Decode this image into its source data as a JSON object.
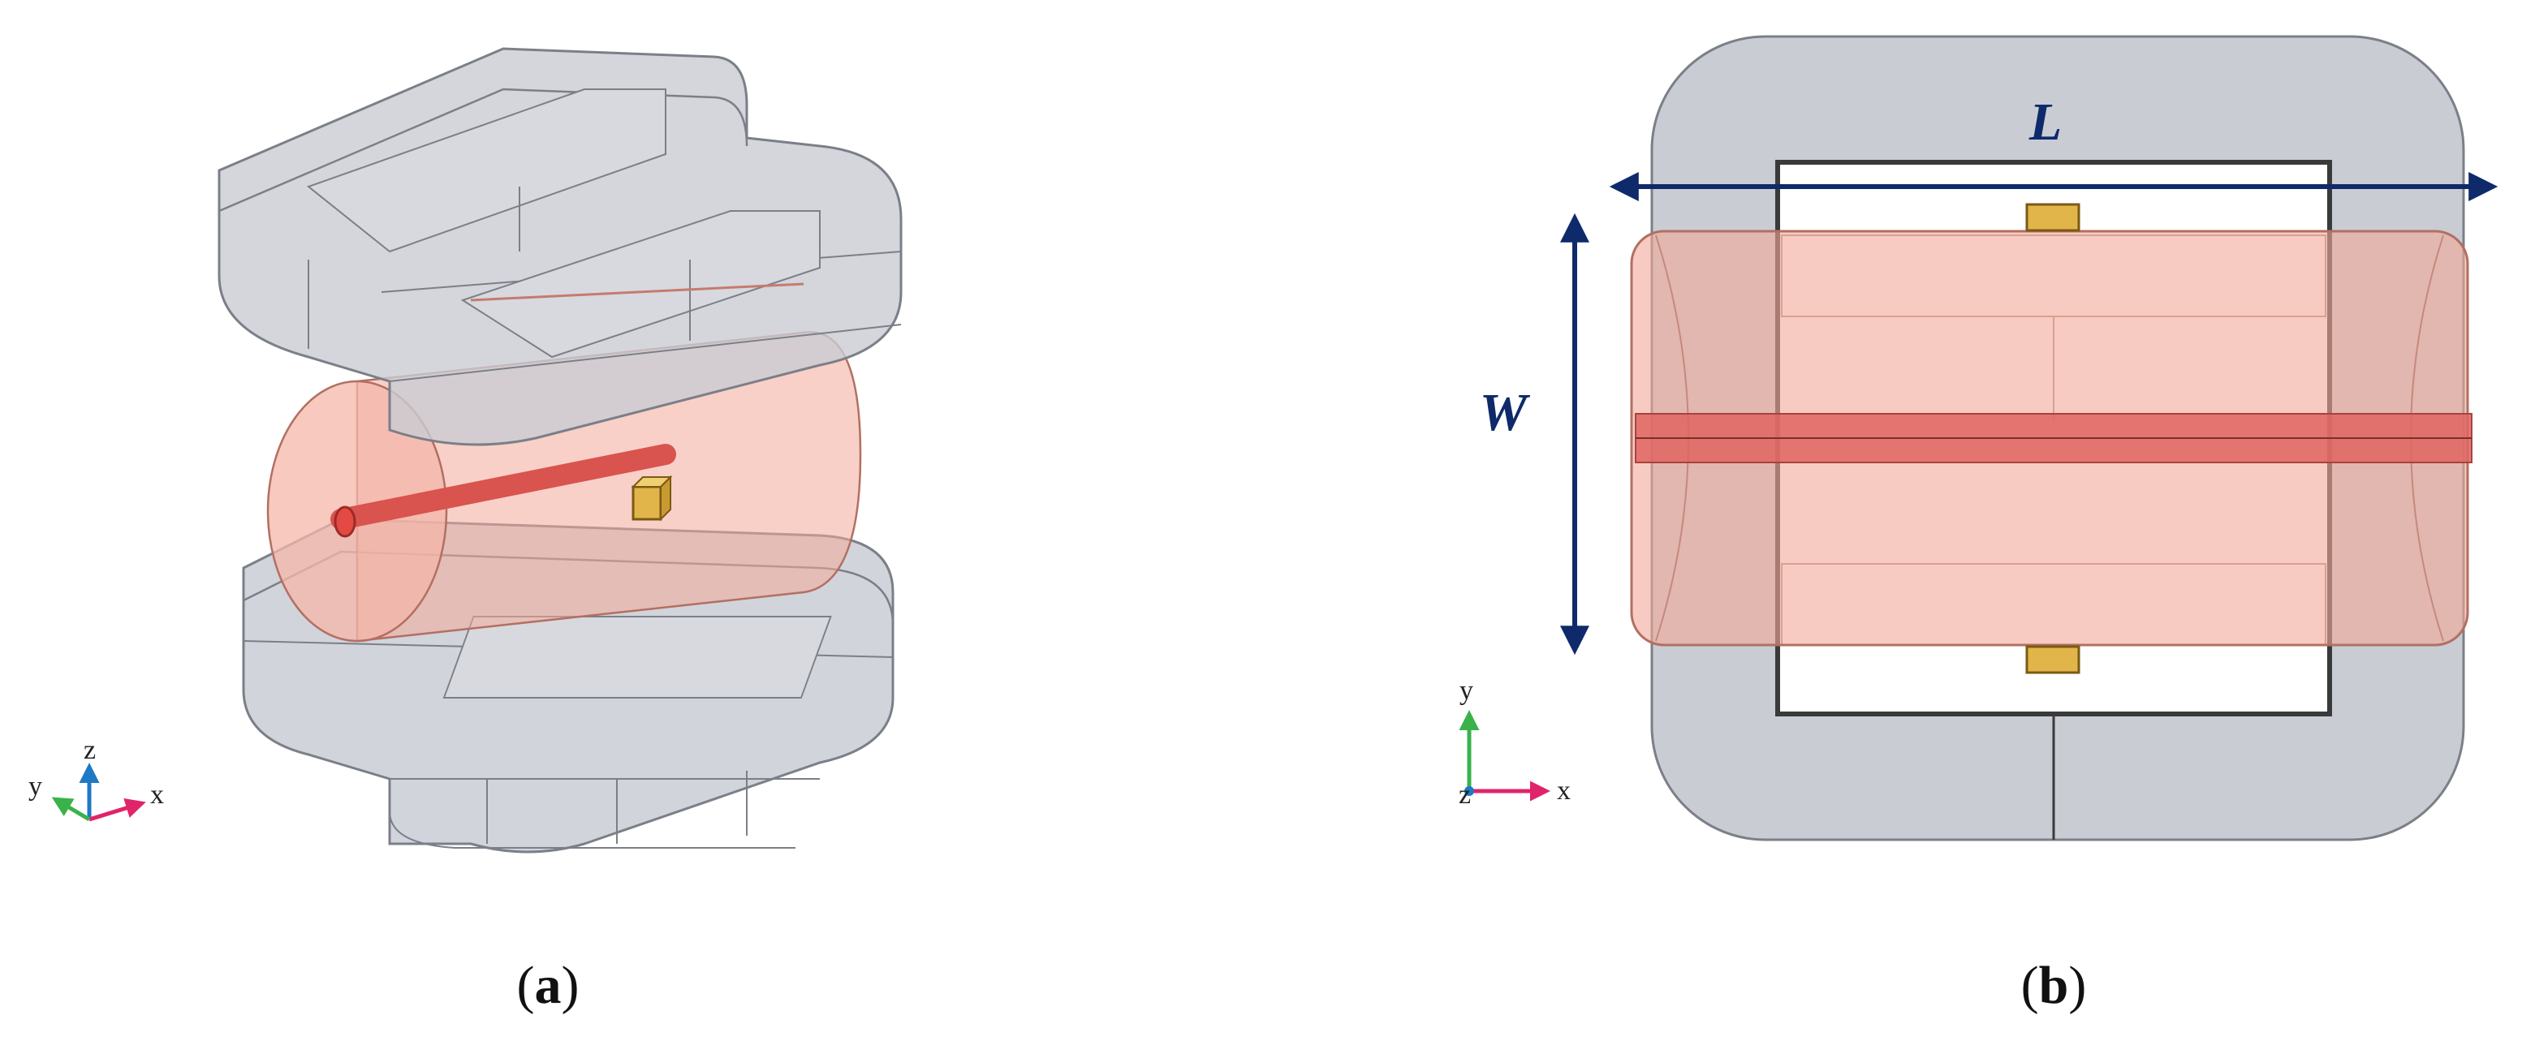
{
  "panel_a": {
    "caption_letter": "a",
    "axes": {
      "x": "x",
      "y": "y",
      "z": "z"
    }
  },
  "panel_b": {
    "caption_letter": "b",
    "dimensions": {
      "length": "L",
      "width": "W"
    },
    "axes": {
      "x": "x",
      "y": "y",
      "z": "z"
    }
  },
  "colors": {
    "pole_gray": "#c9ccd3",
    "pole_edge": "#7b7f88",
    "cylinder_fill": "#f2a999",
    "rod_fill": "#e06560",
    "sensor_gold": "#e2b54a",
    "dimension_navy": "#0e2a6b",
    "axis_x": "#e0246a",
    "axis_y": "#39b24a",
    "axis_z": "#1d79c4"
  }
}
